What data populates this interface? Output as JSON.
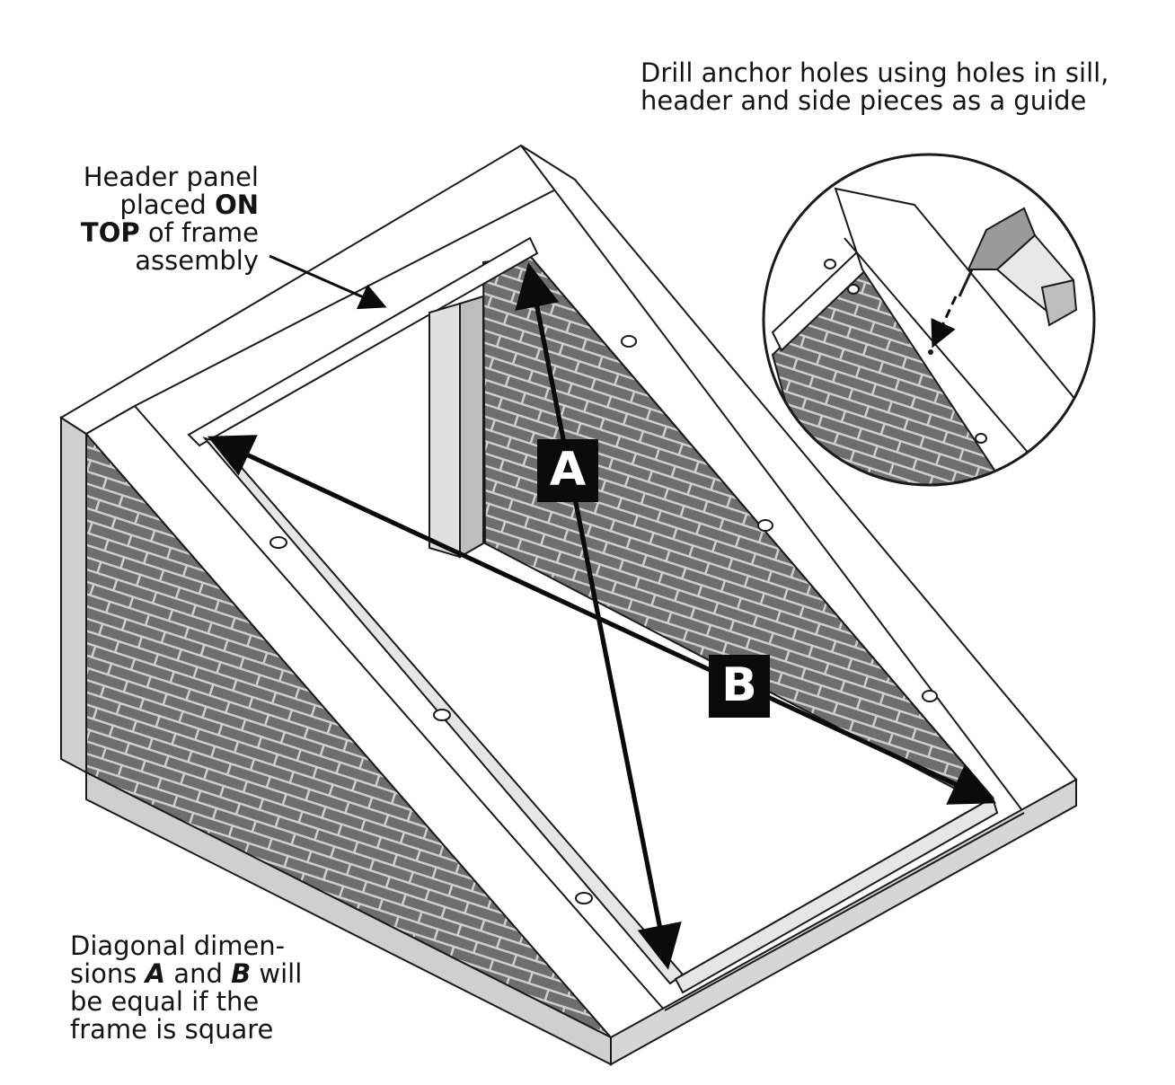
{
  "callouts": {
    "drill": {
      "line1": "Drill anchor holes using holes in sill,",
      "line2": "header and side pieces as a guide"
    },
    "header": {
      "line1": "Header panel",
      "line2_normal": "placed ",
      "line2_bold": "ON",
      "line3_bold": "TOP",
      "line3_normal": " of frame",
      "line4": "assembly"
    },
    "diagonal": {
      "line1": "Diagonal dimen-",
      "line2_a": "sions ",
      "line2_A": "A",
      "line2_b": " and ",
      "line2_B": "B",
      "line2_c": " will",
      "line3": "be equal if the",
      "line4": "frame is square"
    }
  },
  "dimension_labels": {
    "a": "A",
    "b": "B"
  },
  "colors": {
    "brick": "#6e6e6e",
    "mortar": "#cfcfcf",
    "panel": "#ffffff",
    "edge": "#1a1a1a",
    "side_face": "#d6d6d6",
    "arrow": "#0a0a0a"
  }
}
